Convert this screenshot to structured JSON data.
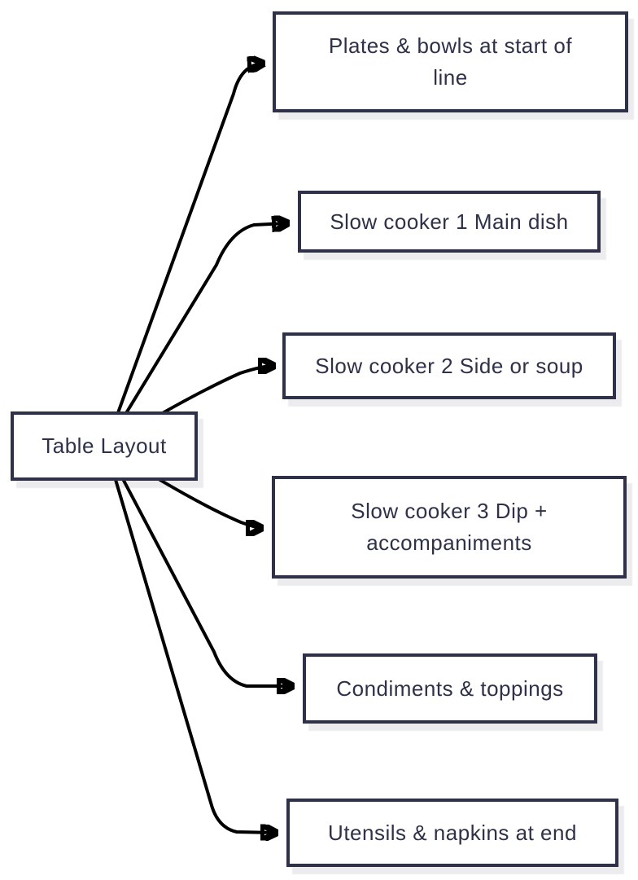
{
  "diagram": {
    "type": "flowchart",
    "direction": "left-to-right",
    "root": {
      "label": "Table Layout"
    },
    "children": [
      {
        "label": "Plates & bowls at start of\nline"
      },
      {
        "label": "Slow cooker 1 Main dish"
      },
      {
        "label": "Slow cooker 2 Side or soup"
      },
      {
        "label": "Slow cooker 3 Dip +\naccompaniments"
      },
      {
        "label": "Condiments & toppings"
      },
      {
        "label": "Utensils & napkins at end"
      }
    ],
    "edges": [
      {
        "from": "Table Layout",
        "to": "Plates & bowls at start of line"
      },
      {
        "from": "Table Layout",
        "to": "Slow cooker 1 Main dish"
      },
      {
        "from": "Table Layout",
        "to": "Slow cooker 2 Side or soup"
      },
      {
        "from": "Table Layout",
        "to": "Slow cooker 3 Dip + accompaniments"
      },
      {
        "from": "Table Layout",
        "to": "Condiments & toppings"
      },
      {
        "from": "Table Layout",
        "to": "Utensils & napkins at end"
      }
    ],
    "colors": {
      "background": "#ffffff",
      "node_fill": "#ffffff",
      "node_border": "#2e3148",
      "text": "#2e3148",
      "arrow": "#000000",
      "shadow": "#ededf0"
    }
  }
}
